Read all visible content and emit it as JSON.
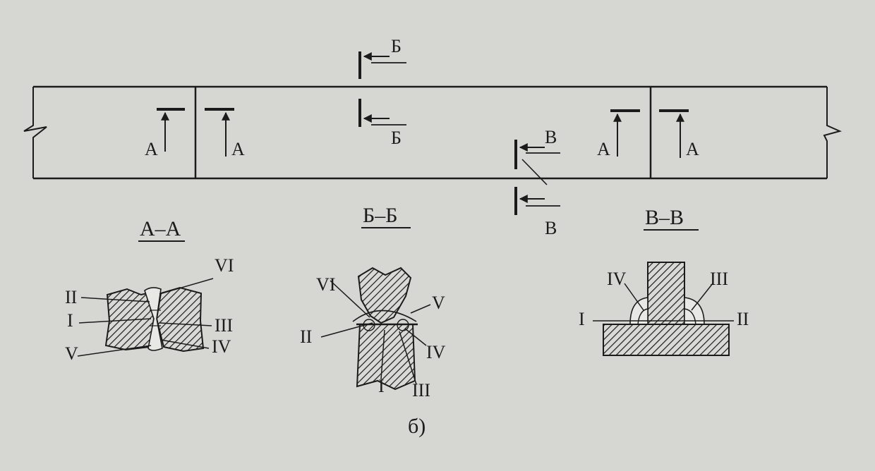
{
  "drawing": {
    "section_marks": {
      "a": "А",
      "b": "Б",
      "v": "В"
    },
    "section_titles": {
      "aa": "А–А",
      "bb": "Б–Б",
      "vv": "В–В"
    },
    "layers": {
      "one": "I",
      "two": "II",
      "three": "III",
      "four": "IV",
      "five": "V",
      "six": "VI"
    },
    "caption": "б)"
  },
  "colors": {
    "paper": "#d6d6d2",
    "ink": "#1b1b1b"
  }
}
